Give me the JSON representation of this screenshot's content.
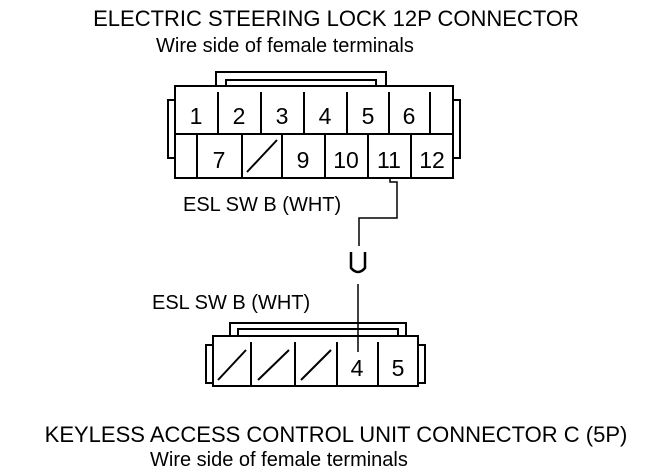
{
  "diagram": {
    "top_connector": {
      "title": "ELECTRIC STEERING LOCK 12P CONNECTOR",
      "subtitle": "Wire side of female terminals",
      "row1": [
        "1",
        "2",
        "3",
        "4",
        "5",
        "6"
      ],
      "row2": [
        "7",
        "9",
        "10",
        "11",
        "12"
      ]
    },
    "top_wire_label": "ESL SW B (WHT)",
    "junction_symbol": "U",
    "bottom_wire_label": "ESL SW B (WHT)",
    "bottom_connector": {
      "title": "KEYLESS ACCESS CONTROL UNIT CONNECTOR C (5P)",
      "subtitle": "Wire side of female terminals",
      "pins": [
        "4",
        "5"
      ]
    },
    "colors": {
      "line": "#000000",
      "background": "#ffffff"
    }
  }
}
